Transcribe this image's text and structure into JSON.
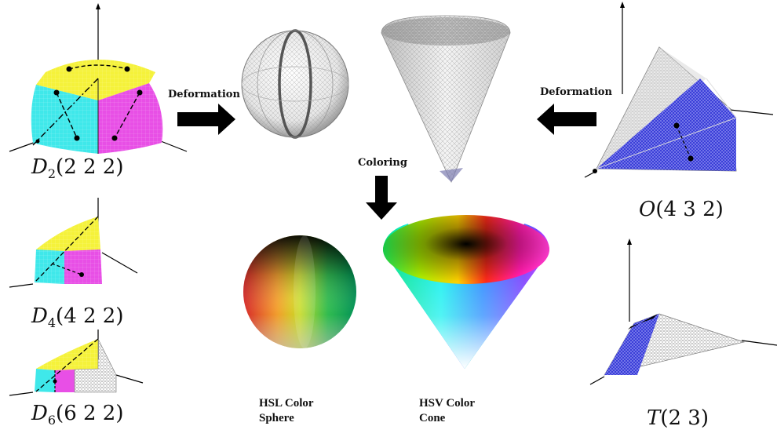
{
  "labels": {
    "deformation_left": "Deformation",
    "deformation_right": "Deformation",
    "coloring": "Coloring",
    "hsl_line1": "HSL Color",
    "hsl_line2": "Sphere",
    "hsv_line1": "HSV Color",
    "hsv_line2": "Cone"
  },
  "groups": {
    "d2": {
      "symbol": "D",
      "sub": "2",
      "args": "(2 2 2)"
    },
    "d4": {
      "symbol": "D",
      "sub": "4",
      "args": "(4 2 2)"
    },
    "d6": {
      "symbol": "D",
      "sub": "6",
      "args": "(6 2 2)"
    },
    "o": {
      "symbol": "O",
      "args": "(4 3 2)"
    },
    "t": {
      "symbol": "T",
      "args": "(2 3)"
    }
  },
  "colors": {
    "yellow": "#f5f23a",
    "cyan": "#3fe8ea",
    "magenta": "#e84fe6",
    "blue": "#3a3ed8",
    "mesh": "#8a8a8a",
    "arrow": "#000000"
  }
}
